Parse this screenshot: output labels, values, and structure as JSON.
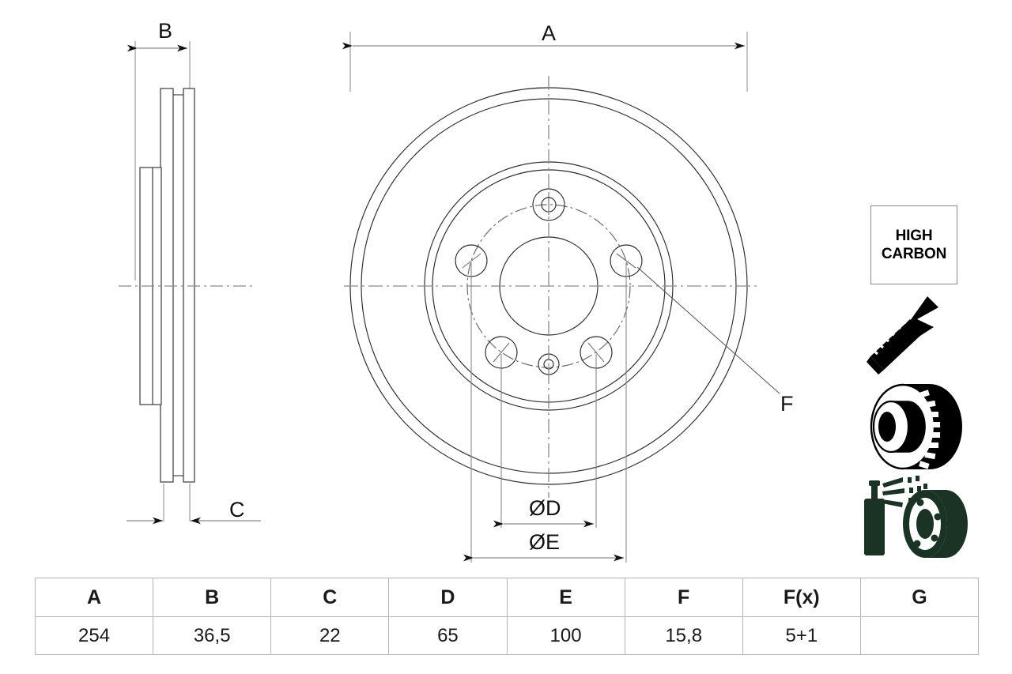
{
  "drawing": {
    "type": "brake-disc-technical-drawing",
    "views": {
      "side_view": {
        "name": "cross-section-side-view",
        "dimension_labels": [
          "B",
          "C"
        ]
      },
      "front_view": {
        "name": "front-face-view",
        "dimension_labels": [
          "A",
          "ØD",
          "ØE",
          "F"
        ],
        "bolt_holes": 5,
        "extra_holes": 2
      }
    },
    "labels": {
      "A": "A",
      "B": "B",
      "C": "C",
      "D": "ØD",
      "E": "ØE",
      "F": "F"
    }
  },
  "badge": {
    "line1": "HIGH",
    "line2": "CARBON"
  },
  "icons": [
    {
      "name": "countersunk-screw-icon",
      "label": "screw"
    },
    {
      "name": "vented-brake-disc-icon",
      "label": "vented disc"
    },
    {
      "name": "spray-coating-disc-icon",
      "label": "coated disc"
    }
  ],
  "table": {
    "headers": [
      "A",
      "B",
      "C",
      "D",
      "E",
      "F",
      "F(x)",
      "G"
    ],
    "rows": [
      [
        "254",
        "36,5",
        "22",
        "65",
        "100",
        "15,8",
        "5+1",
        ""
      ]
    ]
  },
  "colors": {
    "line": "#1a1a1a",
    "thin_line": "#6e6e6e",
    "table_border": "#b5b5b5",
    "icon_dark": "#000000",
    "icon_green": "#1b3324",
    "background": "#ffffff"
  }
}
